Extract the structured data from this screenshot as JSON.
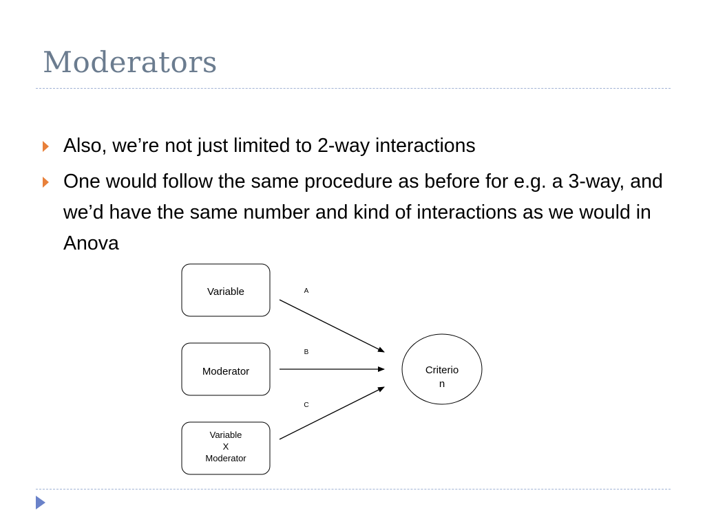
{
  "slide": {
    "title": "Moderators",
    "bullets": [
      "Also, we’re not just limited to 2-way interactions",
      "One would follow the same procedure as before for e.g. a 3-way, and we’d have the same number and kind of interactions as we would in Anova"
    ]
  },
  "diagram": {
    "boxes": {
      "variable": "Variable",
      "moderator": "Moderator",
      "interaction_line1": "Variable",
      "interaction_line2": "X",
      "interaction_line3": "Moderator"
    },
    "criterion_line1": "Criterio",
    "criterion_line2": "n",
    "paths": {
      "a": "A",
      "b": "B",
      "c": "C"
    }
  },
  "colors": {
    "title": "#6b7c8f",
    "bullet": "#e8803a",
    "rule": "#9fb1d4",
    "nav_icon": "#6a82c9"
  },
  "icons": {
    "bullet": "triangle-bullet-icon",
    "nav": "play-triangle-icon"
  }
}
